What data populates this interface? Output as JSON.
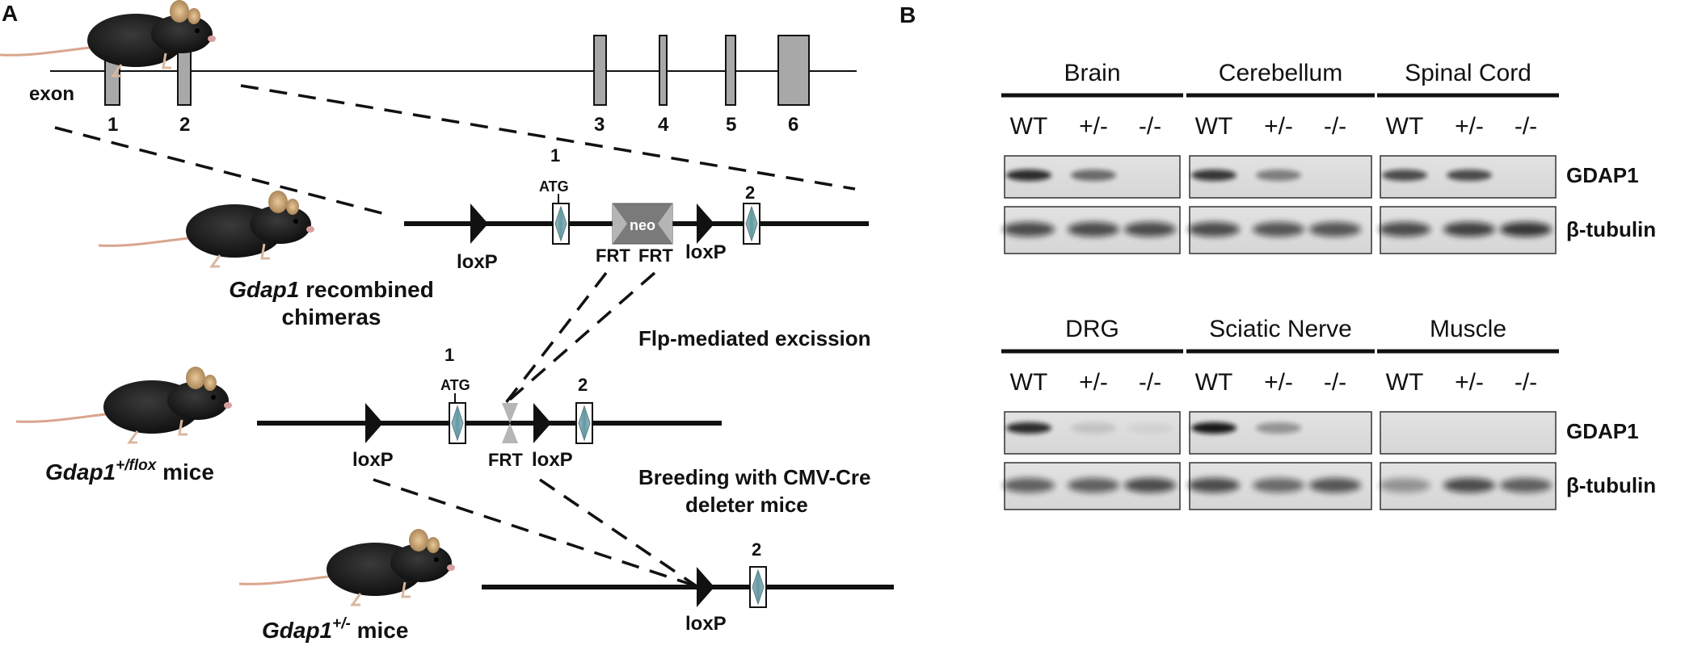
{
  "panelA": {
    "letter": "A",
    "exon_label": "exon",
    "exons": [
      "1",
      "2",
      "3",
      "4",
      "5",
      "6"
    ],
    "recombined": {
      "exon1_num": "1",
      "atg": "ATG",
      "neo": "neo",
      "exon2_num": "2",
      "loxp1": "loxP",
      "loxp2": "loxP",
      "frt1": "FRT",
      "frt2": "FRT",
      "caption_gene": "Gdap1",
      "caption_rest": " recombined",
      "caption_line2": "chimeras"
    },
    "flp_label": "Flp-mediated excission",
    "flox": {
      "exon1_num": "1",
      "atg": "ATG",
      "exon2_num": "2",
      "loxp1": "loxP",
      "frt": "FRT",
      "loxp2": "loxP",
      "caption_gene": "Gdap1",
      "caption_sup": "+/flox",
      "caption_rest": " mice"
    },
    "breeding_line1": "Breeding with CMV-Cre",
    "breeding_line2": "deleter mice",
    "het": {
      "exon2_num": "2",
      "loxp": "loxP",
      "caption_gene": "Gdap1",
      "caption_sup": "+/-",
      "caption_rest": " mice"
    }
  },
  "panelB": {
    "letter": "B",
    "genotypes": [
      "WT",
      "+/-",
      "-/-"
    ],
    "row_labels": [
      "GDAP1",
      "β-tubulin"
    ],
    "tissues_top": [
      "Brain",
      "Cerebellum",
      "Spinal Cord"
    ],
    "tissues_bottom": [
      "DRG",
      "Sciatic Nerve",
      "Muscle"
    ]
  }
}
